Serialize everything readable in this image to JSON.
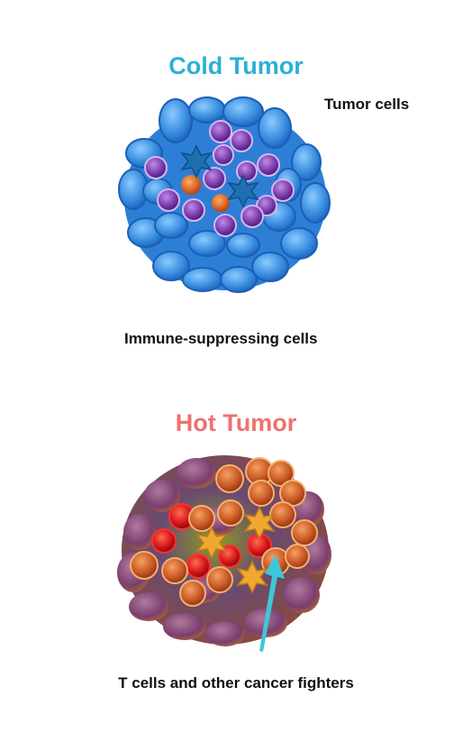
{
  "cold": {
    "title": "Cold Tumor",
    "title_color": "#2ab0d8",
    "labels": {
      "tumor_cells": "Tumor cells",
      "immune_suppressing": "Immune-suppressing cells"
    }
  },
  "hot": {
    "title": "Hot Tumor",
    "title_color": "#f07070",
    "labels": {
      "t_cells": "T cells and other cancer fighters"
    }
  },
  "colors": {
    "cold_tumor_cell": "#3b8fe0",
    "cold_immune_cell": "#7b3fb0",
    "cold_star_cell": "#1f6fb0",
    "hot_tumor_cell": "#8a4a7e",
    "hot_t_cell": "#d9783a",
    "hot_red_cell": "#e0201e",
    "hot_star_cell": "#f0a830",
    "arrow": "#3cc8d8"
  }
}
